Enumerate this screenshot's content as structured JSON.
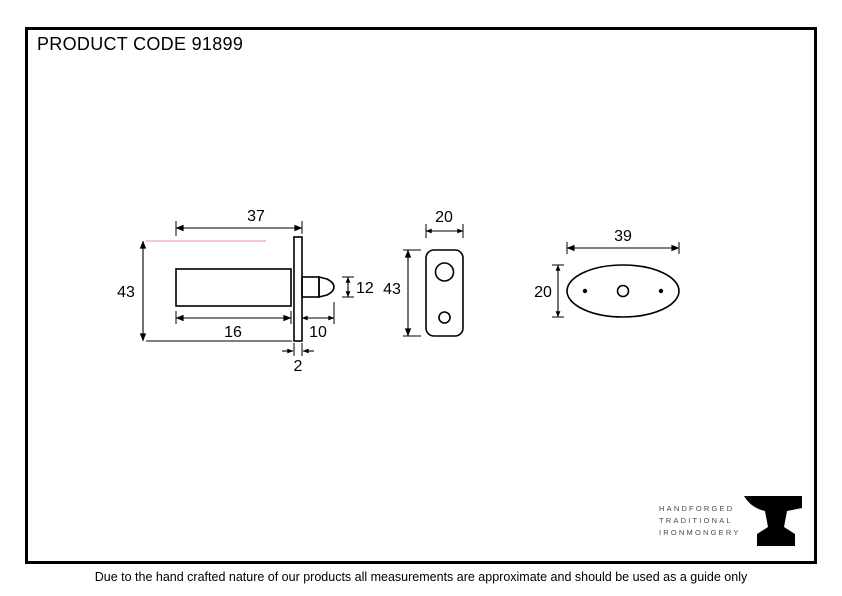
{
  "header": {
    "product_code": "PRODUCT CODE 91899"
  },
  "footer": {
    "disclaimer": "Due to the hand crafted nature of our products all measurements are approximate and should be used as a guide only"
  },
  "brand": {
    "line1": "HANDFORGED",
    "line2": "TRADITIONAL",
    "line3": "IRONMONGERY"
  },
  "drawing": {
    "side_view": {
      "overall_width": "37",
      "overall_height": "43",
      "body_length": "16",
      "bolt_length": "10",
      "bolt_diameter": "12",
      "plate_thickness": "2"
    },
    "faceplate": {
      "width": "20",
      "height": "43"
    },
    "escutcheon": {
      "width": "39",
      "height": "20"
    }
  },
  "colors": {
    "line": "#000000",
    "extension_highlight": "#f2b3c3"
  }
}
